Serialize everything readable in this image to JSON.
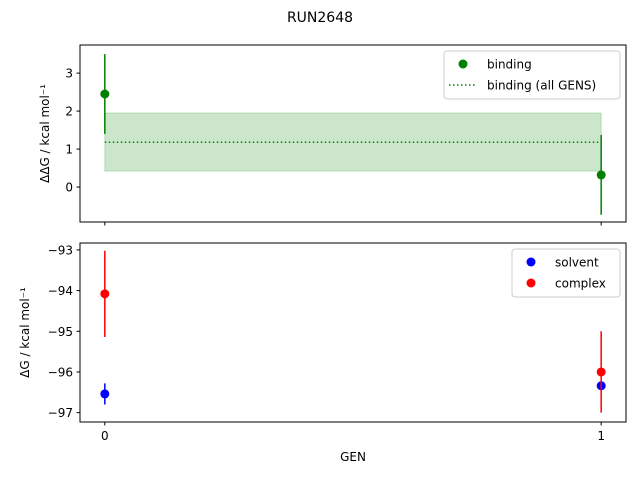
{
  "title": "RUN2648",
  "chart_data": [
    {
      "type": "scatter",
      "ylabel": "ΔΔG / kcal mol⁻¹",
      "xlabel": "",
      "xlim": [
        -0.05,
        1.05
      ],
      "ylim": [
        -0.92,
        3.74
      ],
      "yticks": [
        0,
        1,
        2,
        3
      ],
      "xticks": [
        0,
        1
      ],
      "show_xticklabels": false,
      "grid": false,
      "legend": "top-right",
      "series": [
        {
          "name": "binding",
          "kind": "errorbar",
          "color": "#008000",
          "x": [
            0,
            1
          ],
          "y": [
            2.45,
            0.32
          ],
          "yerr": [
            1.05,
            1.05
          ]
        }
      ],
      "band": {
        "name": "binding (all GENS)",
        "color": "#008000",
        "value": 1.18,
        "lower": 0.42,
        "upper": 1.95,
        "x": [
          0,
          1
        ]
      }
    },
    {
      "type": "scatter",
      "ylabel": "ΔG / kcal mol⁻¹",
      "xlabel": "GEN",
      "xlim": [
        -0.05,
        1.05
      ],
      "ylim": [
        -97.23,
        -92.83
      ],
      "yticks": [
        -97,
        -96,
        -95,
        -94,
        -93
      ],
      "xticks": [
        0,
        1
      ],
      "grid": false,
      "legend": "top-right",
      "series": [
        {
          "name": "solvent",
          "kind": "errorbar",
          "color": "#0000ff",
          "x": [
            0,
            1
          ],
          "y": [
            -96.54,
            -96.34
          ],
          "yerr": [
            0.26,
            0.1
          ]
        },
        {
          "name": "complex",
          "kind": "errorbar",
          "color": "#ff0000",
          "x": [
            0,
            1
          ],
          "y": [
            -94.08,
            -96.0
          ],
          "yerr": [
            1.06,
            1.0
          ]
        }
      ]
    }
  ]
}
